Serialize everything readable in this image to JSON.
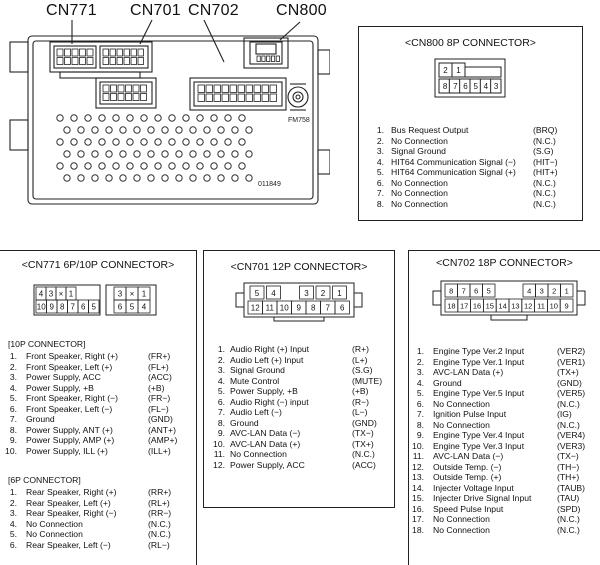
{
  "radio": {
    "labels": [
      "CN771",
      "CN701",
      "CN702",
      "CN800"
    ],
    "marking_fm": "FM758",
    "marking_serial": "011849"
  },
  "cn800": {
    "title": "<CN800 8P CONNECTOR>",
    "face_top": [
      "2",
      "1"
    ],
    "face_bottom": [
      "8",
      "7",
      "6",
      "5",
      "4",
      "3"
    ],
    "pins": [
      {
        "n": "1.",
        "name": "Bus Request Output",
        "code": "(BRQ)"
      },
      {
        "n": "2.",
        "name": "No Connection",
        "code": "(N.C.)"
      },
      {
        "n": "3.",
        "name": "Signal Ground",
        "code": "(S.G)"
      },
      {
        "n": "4.",
        "name": "HIT64 Communication Signal (−)",
        "code": "(HIT−)"
      },
      {
        "n": "5.",
        "name": "HIT64 Communication Signal (+)",
        "code": "(HIT+)"
      },
      {
        "n": "6.",
        "name": "No Connection",
        "code": "(N.C.)"
      },
      {
        "n": "7.",
        "name": "No Connection",
        "code": "(N.C.)"
      },
      {
        "n": "8.",
        "name": "No Connection",
        "code": "(N.C.)"
      }
    ]
  },
  "cn771": {
    "title": "<CN771  6P/10P CONNECTOR>",
    "face_left_top": [
      "4",
      "3",
      "×",
      "1"
    ],
    "face_left_bottom": [
      "10",
      "9",
      "8",
      "7",
      "6",
      "5"
    ],
    "face_right_top": [
      "3",
      "×",
      "1"
    ],
    "face_right_bottom": [
      "6",
      "5",
      "4"
    ],
    "sub10": "[10P CONNECTOR]",
    "pins10": [
      {
        "n": "1.",
        "name": "Front Speaker, Right (+)",
        "code": "(FR+)"
      },
      {
        "n": "2.",
        "name": "Front Speaker, Left (+)",
        "code": "(FL+)"
      },
      {
        "n": "3.",
        "name": "Power Supply, ACC",
        "code": "(ACC)"
      },
      {
        "n": "4.",
        "name": "Power Supply, +B",
        "code": "(+B)"
      },
      {
        "n": "5.",
        "name": "Front Speaker, Right (−)",
        "code": "(FR−)"
      },
      {
        "n": "6.",
        "name": "Front Speaker, Left (−)",
        "code": "(FL−)"
      },
      {
        "n": "7.",
        "name": "Ground",
        "code": "(GND)"
      },
      {
        "n": "8.",
        "name": "Power Supply, ANT (+)",
        "code": "(ANT+)"
      },
      {
        "n": "9.",
        "name": "Power Supply, AMP (+)",
        "code": "(AMP+)"
      },
      {
        "n": "10.",
        "name": "Power Supply, ILL (+)",
        "code": "(ILL+)"
      }
    ],
    "sub6": "[6P CONNECTOR]",
    "pins6": [
      {
        "n": "1.",
        "name": "Rear Speaker, Right (+)",
        "code": "(RR+)"
      },
      {
        "n": "2.",
        "name": "Rear Speaker, Left (+)",
        "code": "(RL+)"
      },
      {
        "n": "3.",
        "name": "Rear Speaker, Right (−)",
        "code": "(RR−)"
      },
      {
        "n": "4.",
        "name": "No Connection",
        "code": "(N.C.)"
      },
      {
        "n": "5.",
        "name": "No Connection",
        "code": "(N.C.)"
      },
      {
        "n": "6.",
        "name": "Rear Speaker, Left (−)",
        "code": "(RL−)"
      }
    ]
  },
  "cn701": {
    "title": "<CN701 12P CONNECTOR>",
    "face_top": [
      "5",
      "4",
      "",
      "3",
      "2",
      "1"
    ],
    "face_bottom": [
      "12",
      "11",
      "10",
      "9",
      "8",
      "7",
      "6"
    ],
    "pins": [
      {
        "n": "1.",
        "name": "Audio Right (+) Input",
        "code": "(R+)"
      },
      {
        "n": "2.",
        "name": "Audio Left (+) Input",
        "code": "(L+)"
      },
      {
        "n": "3.",
        "name": "Signal Ground",
        "code": "(S.G)"
      },
      {
        "n": "4.",
        "name": "Mute Control",
        "code": "(MUTE)"
      },
      {
        "n": "5.",
        "name": "Power Supply, +B",
        "code": "(+B)"
      },
      {
        "n": "6.",
        "name": "Audio Right (−) input",
        "code": "(R−)"
      },
      {
        "n": "7.",
        "name": "Audio Left (−)",
        "code": "(L−)"
      },
      {
        "n": "8.",
        "name": "Ground",
        "code": "(GND)"
      },
      {
        "n": "9.",
        "name": "AVC-LAN Data (−)",
        "code": "(TX−)"
      },
      {
        "n": "10.",
        "name": "AVC-LAN Data (+)",
        "code": "(TX+)"
      },
      {
        "n": "11.",
        "name": "No Connection",
        "code": "(N.C.)"
      },
      {
        "n": "12.",
        "name": "Power Supply, ACC",
        "code": "(ACC)"
      }
    ]
  },
  "cn702": {
    "title": "<CN702 18P CONNECTOR>",
    "face_top_left": [
      "8",
      "7",
      "6",
      "5"
    ],
    "face_top_right": [
      "4",
      "3",
      "2",
      "1"
    ],
    "face_bottom": [
      "18",
      "17",
      "16",
      "15",
      "14",
      "13",
      "12",
      "11",
      "10",
      "9"
    ],
    "pins": [
      {
        "n": "1.",
        "name": "Engine Type Ver.2 Input",
        "code": "(VER2)"
      },
      {
        "n": "2.",
        "name": "Engine Type Ver.1 Input",
        "code": "(VER1)"
      },
      {
        "n": "3.",
        "name": "AVC-LAN Data (+)",
        "code": "(TX+)"
      },
      {
        "n": "4.",
        "name": "Ground",
        "code": "(GND)"
      },
      {
        "n": "5.",
        "name": "Engine Type Ver.5 Input",
        "code": "(VER5)"
      },
      {
        "n": "6.",
        "name": "No Connection",
        "code": "(N.C.)"
      },
      {
        "n": "7.",
        "name": "Ignition Pulse Input",
        "code": "(IG)"
      },
      {
        "n": "8.",
        "name": "No Connection",
        "code": "(N.C.)"
      },
      {
        "n": "9.",
        "name": "Engine Type Ver.4 Input",
        "code": "(VER4)"
      },
      {
        "n": "10.",
        "name": "Engine Type Ver.3 Input",
        "code": "(VER3)"
      },
      {
        "n": "11.",
        "name": "AVC-LAN Data (−)",
        "code": "(TX−)"
      },
      {
        "n": "12.",
        "name": "Outside Temp. (−)",
        "code": "(TH−)"
      },
      {
        "n": "13.",
        "name": "Outside Temp. (+)",
        "code": "(TH+)"
      },
      {
        "n": "14.",
        "name": "Injecter Voltage Input",
        "code": "(TAUB)"
      },
      {
        "n": "15.",
        "name": "Injecter Drive Signal Input",
        "code": "(TAU)"
      },
      {
        "n": "16.",
        "name": "Speed Pulse Input",
        "code": "(SPD)"
      },
      {
        "n": "17.",
        "name": "No Connection",
        "code": "(N.C.)"
      },
      {
        "n": "18.",
        "name": "No Connection",
        "code": "(N.C.)"
      }
    ]
  }
}
